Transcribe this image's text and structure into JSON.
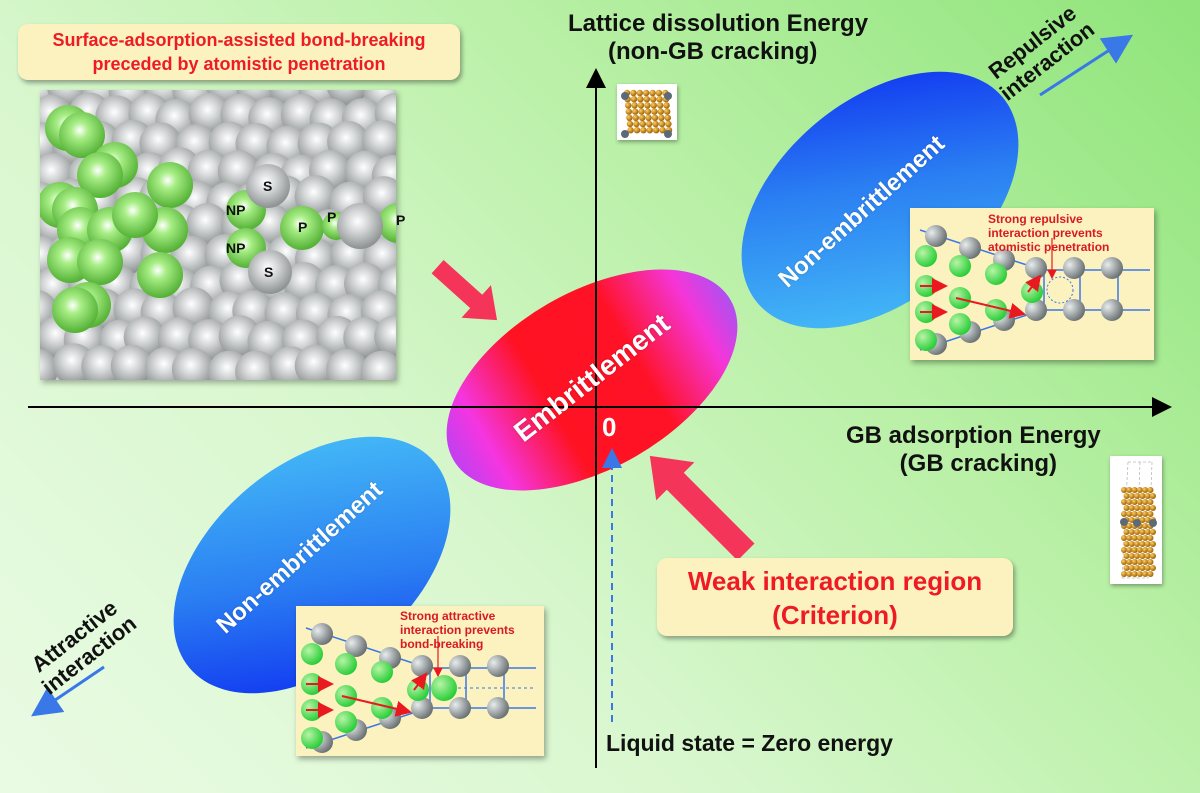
{
  "title_callout": {
    "line1": "Surface-adsorption-assisted bond-breaking",
    "line2": "preceded by atomistic penetration"
  },
  "atom_labels": {
    "s_top": "S",
    "np_top": "NP",
    "p_center": "P",
    "p_small": "P",
    "p_right": "P",
    "np_bottom": "NP",
    "s_bottom": "S"
  },
  "y_axis": {
    "line1": "Lattice dissolution Energy",
    "line2": "(non-GB cracking)"
  },
  "x_axis": {
    "line1": "GB adsorption Energy",
    "line2": "(GB cracking)"
  },
  "origin_label": "0",
  "regions": {
    "center": "Embrittlement",
    "upper_right": "Non-embrittlement",
    "lower_left": "Non-embrittlement"
  },
  "directions": {
    "repulsive": {
      "line1": "Repulsive",
      "line2": "interaction"
    },
    "attractive": {
      "line1": "Attractive",
      "line2": "interaction"
    }
  },
  "inset_repulsive": {
    "line1": "Strong repulsive",
    "line2": "interaction prevents",
    "line3": "atomistic penetration"
  },
  "inset_attractive": {
    "line1": "Strong attractive",
    "line2": "interaction prevents",
    "line3": "bond-breaking"
  },
  "criterion_callout": {
    "line1": "Weak interaction region",
    "line2": "(Criterion)"
  },
  "liquid_state_label": "Liquid state = Zero energy",
  "colors": {
    "embrittlement": "#ff1020",
    "embrittlement_edge": "#f03cf0",
    "non_embrittlement_dark": "#0a2cf5",
    "non_embrittlement_light": "#45c3f7",
    "callout_bg": "#fbf2c0",
    "callout_text": "#ee1b24",
    "pointer_arrow": "#f5345a",
    "direction_arrow": "#3a78e8"
  }
}
